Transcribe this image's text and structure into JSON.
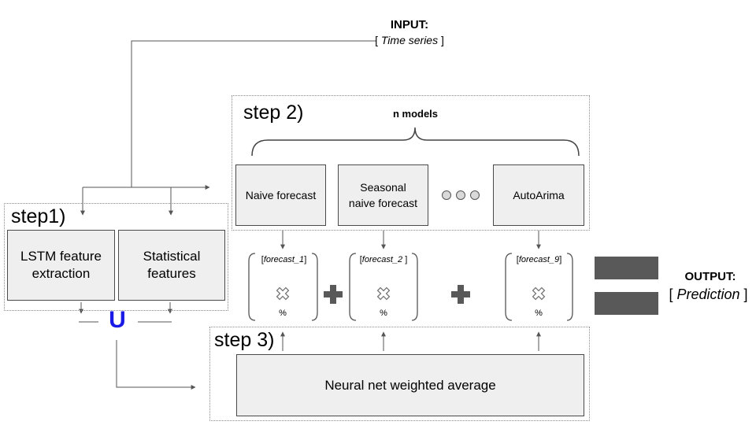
{
  "input": {
    "heading": "INPUT:",
    "bracket_open": "[ ",
    "value": "Time series",
    "bracket_close": " ]"
  },
  "output": {
    "heading": "OUTPUT:",
    "bracket_open": "[ ",
    "value": "Prediction",
    "bracket_close": " ]"
  },
  "step1": {
    "label": "step1)",
    "boxes": [
      "LSTM feature extraction",
      "Statistical features"
    ],
    "union_symbol": "U"
  },
  "step2": {
    "label": "step 2)",
    "brace_label": "n models",
    "models": [
      "Naive forecast",
      "Seasonal naive forecast",
      "AutoArima"
    ]
  },
  "forecasts": [
    {
      "bracket_open": "[",
      "name": "forecast_1",
      "bracket_close": "]",
      "unit": "%"
    },
    {
      "bracket_open": "[",
      "name": "forecast_2",
      "bracket_close": " ]",
      "unit": "%"
    },
    {
      "bracket_open": "[",
      "name": "forecast_9",
      "bracket_close": "]",
      "unit": "%"
    }
  ],
  "step3": {
    "label": "step 3)",
    "box": "Neural net weighted average"
  },
  "colors": {
    "accent": "#1a1ae6",
    "box_fill": "#efefef",
    "operator": "#595959",
    "line": "#555555"
  }
}
